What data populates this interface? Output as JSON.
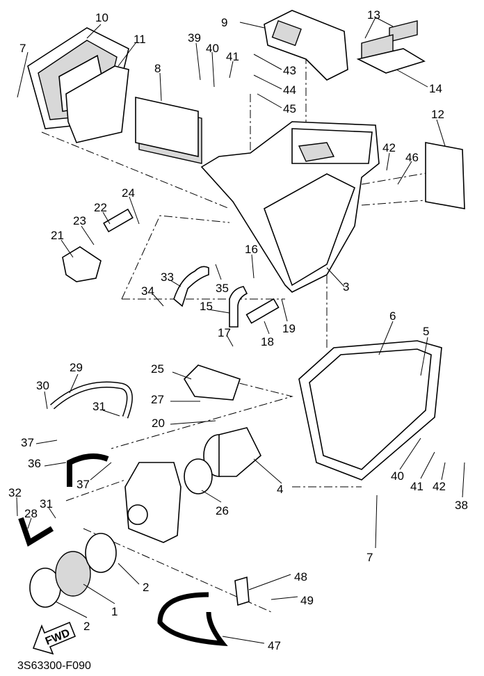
{
  "diagram": {
    "code": "3S63300-F090",
    "fwd_label": "FWD",
    "callouts": [
      "10",
      "7",
      "11",
      "8",
      "39",
      "40",
      "41",
      "9",
      "43",
      "44",
      "45",
      "13",
      "14",
      "12",
      "42",
      "46",
      "24",
      "22",
      "23",
      "21",
      "33",
      "34",
      "35",
      "16",
      "15",
      "17",
      "18",
      "19",
      "3",
      "6",
      "5",
      "25",
      "29",
      "30",
      "27",
      "31",
      "20",
      "37",
      "36",
      "37",
      "4",
      "26",
      "40",
      "41",
      "42",
      "38",
      "7",
      "32",
      "31",
      "28",
      "2",
      "1",
      "2",
      "48",
      "49",
      "47"
    ]
  }
}
